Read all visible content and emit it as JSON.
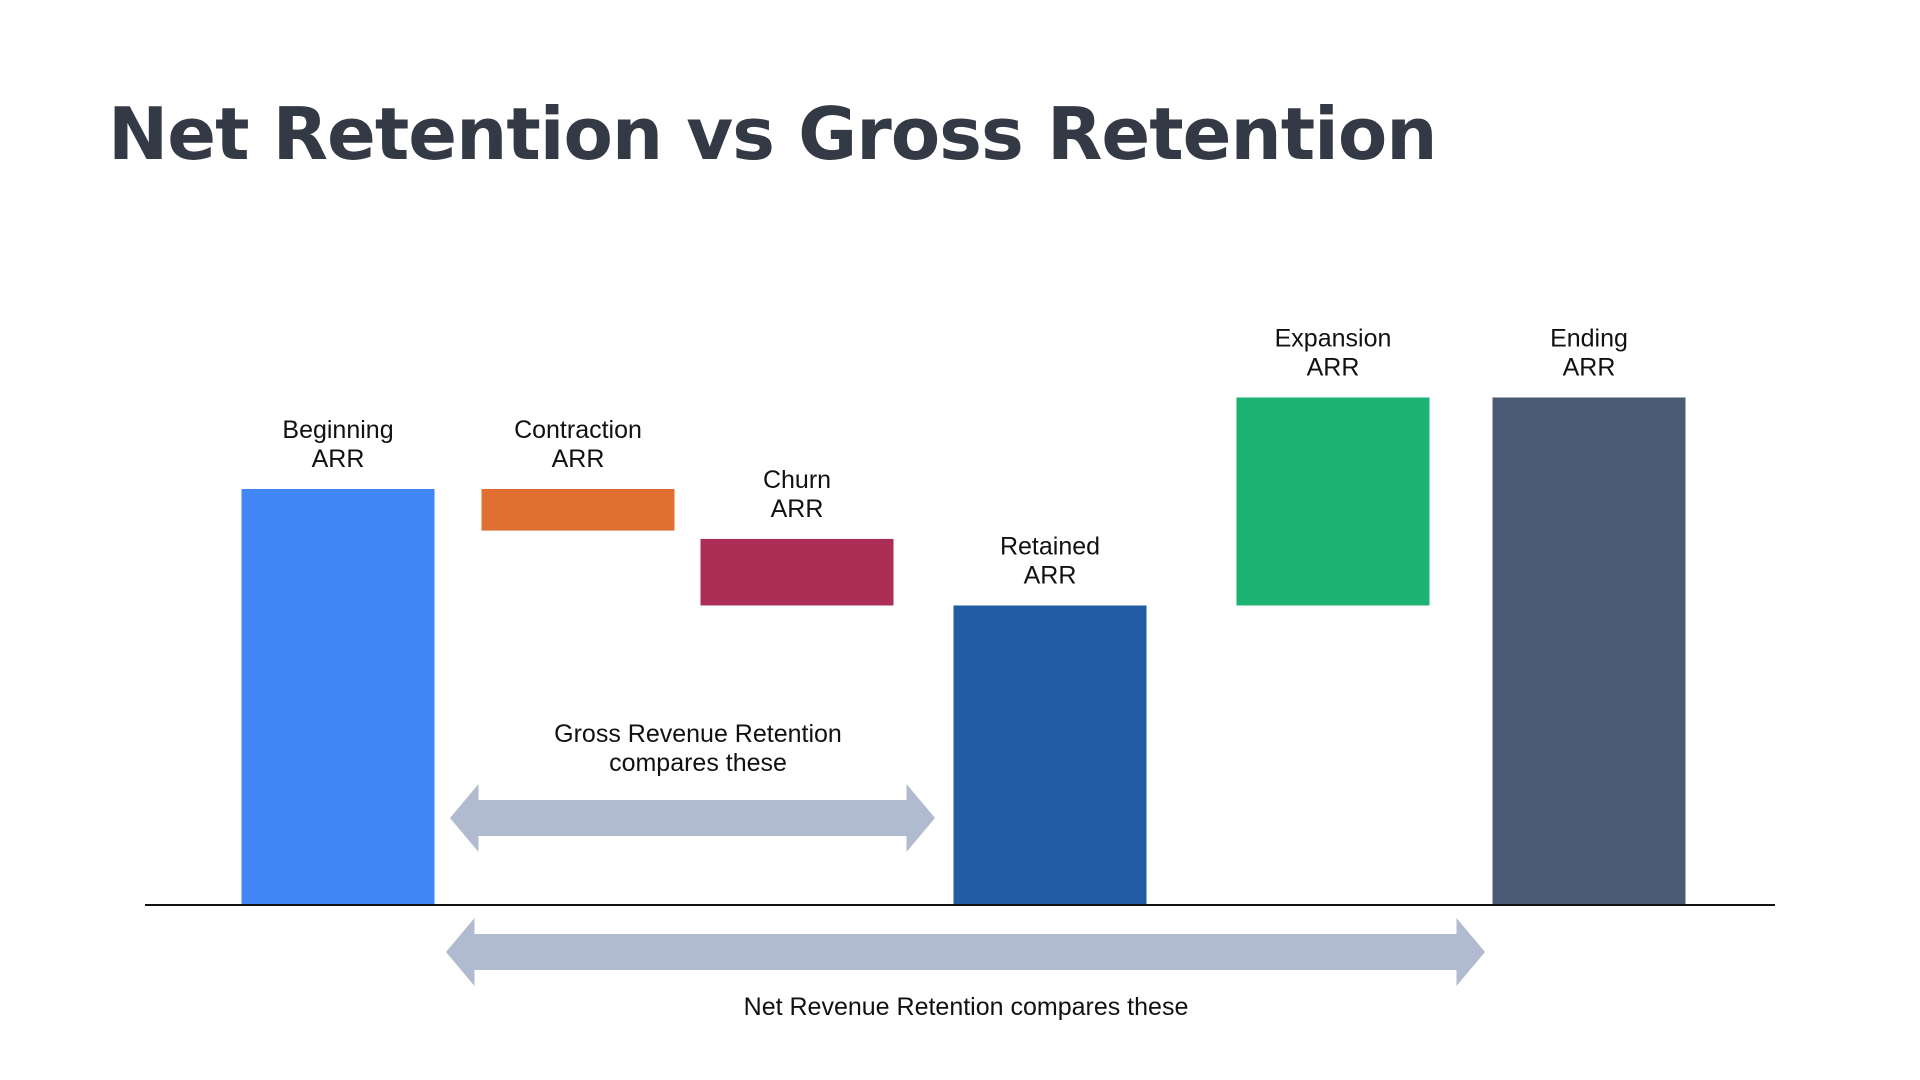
{
  "slide": {
    "title": "Net Retention vs Gross Retention"
  },
  "chart_data": {
    "type": "bar",
    "subtype": "waterfall",
    "categories": [
      "Beginning ARR",
      "Contraction ARR",
      "Churn ARR",
      "Retained ARR",
      "Expansion ARR",
      "Ending ARR"
    ],
    "bars": [
      {
        "label": [
          "Beginning",
          "ARR"
        ],
        "kind": "total",
        "start": 0,
        "end": 100,
        "color": "#4285f4"
      },
      {
        "label": [
          "Contraction",
          "ARR"
        ],
        "kind": "decrease",
        "start": 100,
        "end": 90,
        "color": "#e07031"
      },
      {
        "label": [
          "Churn",
          "ARR"
        ],
        "kind": "decrease",
        "start": 88,
        "end": 72,
        "color": "#ac2e57"
      },
      {
        "label": [
          "Retained",
          "ARR"
        ],
        "kind": "total",
        "start": 0,
        "end": 72,
        "color": "#215ba3"
      },
      {
        "label": [
          "Expansion",
          "ARR"
        ],
        "kind": "increase",
        "start": 72,
        "end": 122,
        "color": "#1bb272"
      },
      {
        "label": [
          "Ending",
          "ARR"
        ],
        "kind": "total",
        "start": 0,
        "end": 122,
        "color": "#4b5a75"
      }
    ],
    "ylim": [
      0,
      125
    ],
    "axes_visible": false,
    "gridlines": false,
    "annotations": [
      {
        "text": [
          "Gross Revenue Retention",
          "compares these"
        ],
        "from": "Beginning ARR",
        "to": "Retained ARR",
        "placement": "above-baseline"
      },
      {
        "text": [
          "Net Revenue Retention compares these"
        ],
        "from": "Beginning ARR",
        "to": "Ending ARR",
        "placement": "below-baseline"
      }
    ],
    "arrow_color": "#b0bbcf",
    "baseline_color": "#111111"
  }
}
